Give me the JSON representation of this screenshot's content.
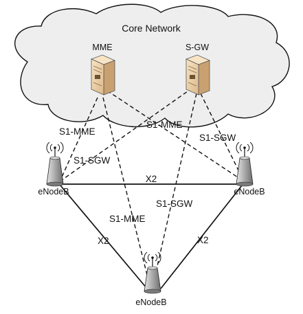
{
  "cloud": {
    "title": "Core Network"
  },
  "servers": {
    "mme": {
      "label": "MME"
    },
    "sgw": {
      "label": "S-GW"
    }
  },
  "enodebs": {
    "left": {
      "label": "eNodeB"
    },
    "right": {
      "label": "eNodeB"
    },
    "bottom": {
      "label": "eNodeB"
    }
  },
  "links": {
    "s1_mme_left": "S1-MME",
    "s1_mme_center": "S1-MME",
    "s1_mme_bottom": "S1-MME",
    "s1_sgw_left": "S1-SGW",
    "s1_sgw_right": "S1-SGW",
    "s1_sgw_bottom": "S1-SGW",
    "x2_top": "X2",
    "x2_left": "X2",
    "x2_right": "X2"
  },
  "colors": {
    "cloud_fill": "#eeeeee",
    "server_fill": "#f3d9b1",
    "line": "#111111"
  }
}
